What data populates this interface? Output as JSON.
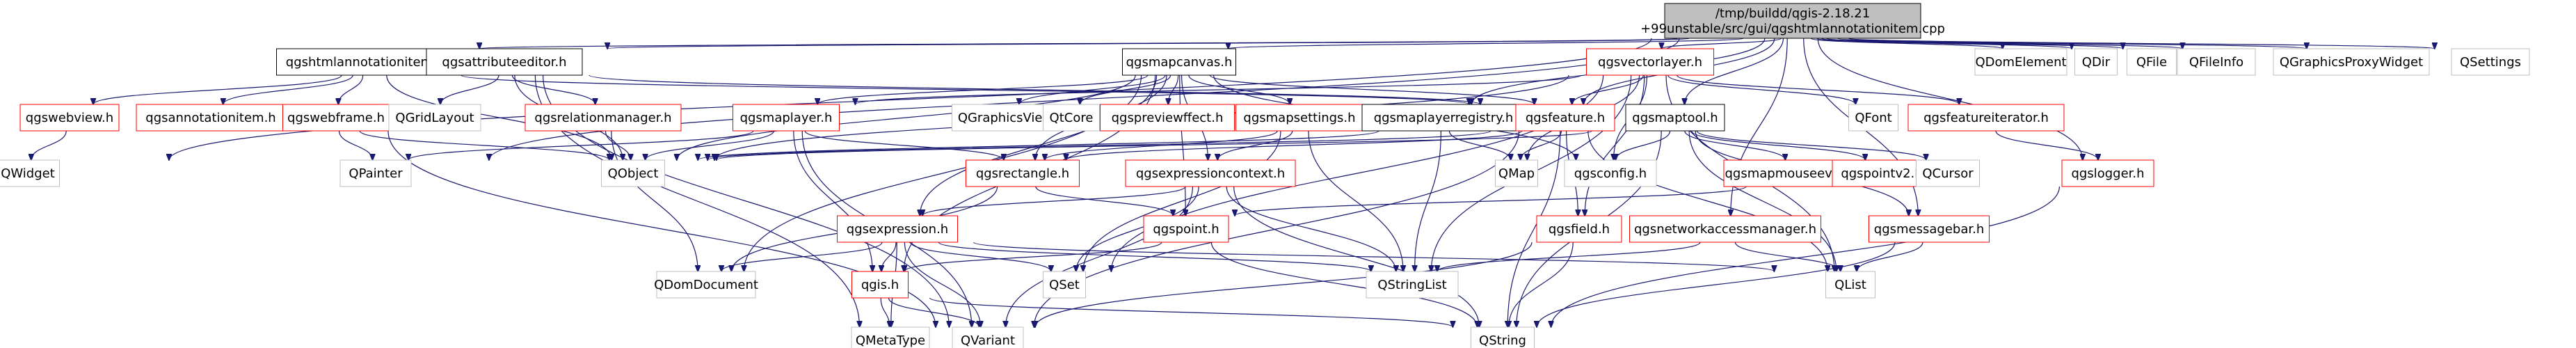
{
  "colors": {
    "root_fill": "#bfbfbf",
    "header_border": "#000000",
    "red_border": "#ff0000",
    "external_border": "#bfbfbf",
    "edge": "#191970",
    "text": "#000000"
  },
  "root": {
    "line1": "/tmp/buildd/qgis-2.18.21",
    "line2": "+99unstable/src/gui/qgshtmlannotationitem.cpp"
  },
  "nodes": [
    {
      "id": "qgshtmlannotationitem",
      "label": "qgshtmlannotationitem.h",
      "kind": "header"
    },
    {
      "id": "qgsattributeeditor",
      "label": "qgsattributeeditor.h",
      "kind": "header"
    },
    {
      "id": "qgsmapcanvas",
      "label": "qgsmapcanvas.h",
      "kind": "header"
    },
    {
      "id": "qgsvectorlayer",
      "label": "qgsvectorlayer.h",
      "kind": "red"
    },
    {
      "id": "qgsmaptool",
      "label": "qgsmaptool.h",
      "kind": "header"
    },
    {
      "id": "qgswebview",
      "label": "qgswebview.h",
      "kind": "red"
    },
    {
      "id": "qgsannotationitem",
      "label": "qgsannotationitem.h",
      "kind": "red"
    },
    {
      "id": "qgswebframe",
      "label": "qgswebframe.h",
      "kind": "red"
    },
    {
      "id": "qgsrelationmanager",
      "label": "qgsrelationmanager.h",
      "kind": "red"
    },
    {
      "id": "qgsmaplayer",
      "label": "qgsmaplayer.h",
      "kind": "red"
    },
    {
      "id": "qgsmapsettings",
      "label": "qgsmapsettings.h",
      "kind": "red"
    },
    {
      "id": "qgsmaplayerregistry",
      "label": "qgsmaplayerregistry.h",
      "kind": "header"
    },
    {
      "id": "qgsfeature",
      "label": "qgsfeature.h",
      "kind": "red"
    },
    {
      "id": "qgsfeatureiterator",
      "label": "qgsfeatureiterator.h",
      "kind": "red"
    },
    {
      "id": "qgsrectangle",
      "label": "qgsrectangle.h",
      "kind": "red"
    },
    {
      "id": "qgsexpressioncontext",
      "label": "qgsexpressioncontext.h",
      "kind": "red"
    },
    {
      "id": "qgsconfig",
      "label": "qgsconfig.h",
      "kind": "external"
    },
    {
      "id": "qgsmapmouseevent",
      "label": "qgsmapmouseevent.h",
      "kind": "red"
    },
    {
      "id": "qgspointv2",
      "label": "qgspointv2.h",
      "kind": "red"
    },
    {
      "id": "qgslogger",
      "label": "qgslogger.h",
      "kind": "red"
    },
    {
      "id": "qgsexpression",
      "label": "qgsexpression.h",
      "kind": "red"
    },
    {
      "id": "qgspoint",
      "label": "qgspoint.h",
      "kind": "red"
    },
    {
      "id": "qgsfield",
      "label": "qgsfield.h",
      "kind": "red"
    },
    {
      "id": "qgsnetworkaccessmanager",
      "label": "qgsnetworkaccessmanager.h",
      "kind": "red"
    },
    {
      "id": "qgsmessagebar",
      "label": "qgsmessagebar.h",
      "kind": "red"
    },
    {
      "id": "qgis",
      "label": "qgis.h",
      "kind": "red"
    },
    {
      "id": "QDomElement",
      "label": "QDomElement",
      "kind": "external"
    },
    {
      "id": "QDir",
      "label": "QDir",
      "kind": "external"
    },
    {
      "id": "QFile",
      "label": "QFile",
      "kind": "external"
    },
    {
      "id": "QFileInfo",
      "label": "QFileInfo",
      "kind": "external"
    },
    {
      "id": "QGraphicsProxyWidget",
      "label": "QGraphicsProxyWidget",
      "kind": "external"
    },
    {
      "id": "QSettings",
      "label": "QSettings",
      "kind": "external"
    },
    {
      "id": "QWidget",
      "label": "QWidget",
      "kind": "external"
    },
    {
      "id": "QGridLayout",
      "label": "QGridLayout",
      "kind": "external"
    },
    {
      "id": "QGraphicsView",
      "label": "QGraphicsView",
      "kind": "external"
    },
    {
      "id": "QtCore",
      "label": "QtCore",
      "kind": "external"
    },
    {
      "id": "qgspreviewffect",
      "label": "qgspreviewffect.h",
      "kind": "red"
    },
    {
      "id": "QFont",
      "label": "QFont",
      "kind": "external"
    },
    {
      "id": "QPainter",
      "label": "QPainter",
      "kind": "external"
    },
    {
      "id": "QObject",
      "label": "QObject",
      "kind": "external"
    },
    {
      "id": "QMap",
      "label": "QMap",
      "kind": "external"
    },
    {
      "id": "QCursor",
      "label": "QCursor",
      "kind": "external"
    },
    {
      "id": "QDomDocument",
      "label": "QDomDocument",
      "kind": "external"
    },
    {
      "id": "QSet",
      "label": "QSet",
      "kind": "external"
    },
    {
      "id": "QStringList",
      "label": "QStringList",
      "kind": "external"
    },
    {
      "id": "QList",
      "label": "QList",
      "kind": "external"
    },
    {
      "id": "QMetaType",
      "label": "QMetaType",
      "kind": "external"
    },
    {
      "id": "QVariant",
      "label": "QVariant",
      "kind": "external"
    },
    {
      "id": "QString",
      "label": "QString",
      "kind": "external"
    }
  ],
  "edges": [
    [
      "root",
      "qgshtmlannotationitem"
    ],
    [
      "root",
      "qgsattributeeditor"
    ],
    [
      "root",
      "qgsmapcanvas"
    ],
    [
      "root",
      "qgsvectorlayer"
    ],
    [
      "root",
      "qgsmaptool"
    ],
    [
      "root",
      "qgsfeature"
    ],
    [
      "root",
      "qgsmaplayerregistry"
    ],
    [
      "root",
      "qgsnetworkaccessmanager"
    ],
    [
      "root",
      "qgslogger"
    ],
    [
      "root",
      "qgsmessagebar"
    ],
    [
      "root",
      "QDomElement"
    ],
    [
      "root",
      "QDir"
    ],
    [
      "root",
      "QFile"
    ],
    [
      "root",
      "QFileInfo"
    ],
    [
      "root",
      "QGraphicsProxyWidget"
    ],
    [
      "root",
      "QSettings"
    ],
    [
      "root",
      "QWidget"
    ],
    [
      "root",
      "QPainter"
    ],
    [
      "qgshtmlannotationitem",
      "qgswebview"
    ],
    [
      "qgshtmlannotationitem",
      "qgsannotationitem"
    ],
    [
      "qgshtmlannotationitem",
      "qgswebframe"
    ],
    [
      "qgshtmlannotationitem",
      "qgsfeature"
    ],
    [
      "qgshtmlannotationitem",
      "QObject"
    ],
    [
      "qgswebview",
      "QWidget"
    ],
    [
      "qgswebframe",
      "QPainter"
    ],
    [
      "qgswebframe",
      "QObject"
    ],
    [
      "qgswebframe",
      "QVariant"
    ],
    [
      "qgsattributeeditor",
      "QGridLayout"
    ],
    [
      "qgsattributeeditor",
      "qgsrelationmanager"
    ],
    [
      "qgsattributeeditor",
      "QObject"
    ],
    [
      "qgsattributeeditor",
      "qgsfeature"
    ],
    [
      "qgsattributeeditor",
      "QVariant"
    ],
    [
      "qgsattributeeditor",
      "QMetaType"
    ],
    [
      "qgsrelationmanager",
      "QObject"
    ],
    [
      "qgsrelationmanager",
      "QDomDocument"
    ],
    [
      "qgsmapcanvas",
      "qgsmaplayer"
    ],
    [
      "qgsmapcanvas",
      "QGraphicsView"
    ],
    [
      "qgsmapcanvas",
      "QtCore"
    ],
    [
      "qgsmapcanvas",
      "qgspreviewffect"
    ],
    [
      "qgsmapcanvas",
      "qgsmapsettings"
    ],
    [
      "qgsmapcanvas",
      "qgsfeature"
    ],
    [
      "qgsmapcanvas",
      "qgsconfig"
    ],
    [
      "qgsmapcanvas",
      "qgsrectangle"
    ],
    [
      "qgsmapcanvas",
      "qgsexpressioncontext"
    ],
    [
      "qgsmapcanvas",
      "qgspoint"
    ],
    [
      "qgsmapcanvas",
      "QDomDocument"
    ],
    [
      "qgsmapcanvas",
      "qgis"
    ],
    [
      "qgsmapcanvas",
      "qgsexpression"
    ],
    [
      "qgsmapcanvas",
      "QObject"
    ],
    [
      "qgsmaplayer",
      "QObject"
    ],
    [
      "qgsmaplayer",
      "QPainter"
    ],
    [
      "qgsmaplayer",
      "qgsrectangle"
    ],
    [
      "qgsmaplayer",
      "qgis"
    ],
    [
      "qgsmaplayer",
      "QVariant"
    ],
    [
      "qgsmapsettings",
      "qgsrectangle"
    ],
    [
      "qgsmapsettings",
      "qgsexpressioncontext"
    ],
    [
      "qgsmapsettings",
      "QStringList"
    ],
    [
      "qgsmapsettings",
      "QSet"
    ],
    [
      "qgsmaplayerregistry",
      "QObject"
    ],
    [
      "qgsmaplayerregistry",
      "QMap"
    ],
    [
      "qgsmaplayerregistry",
      "QStringList"
    ],
    [
      "qgsvectorlayer",
      "qgsfeature"
    ],
    [
      "qgsvectorlayer",
      "QFont"
    ],
    [
      "qgsvectorlayer",
      "qgsfeatureiterator"
    ],
    [
      "qgsvectorlayer",
      "QMap"
    ],
    [
      "qgsvectorlayer",
      "QSet"
    ],
    [
      "qgsvectorlayer",
      "QList"
    ],
    [
      "qgsvectorlayer",
      "qgsfield"
    ],
    [
      "qgsvectorlayer",
      "QObject"
    ],
    [
      "qgsvectorlayer",
      "qgsconfig"
    ],
    [
      "qgsvectorlayer",
      "QStringList"
    ],
    [
      "qgsvectorlayer",
      "qgsmaplayer"
    ],
    [
      "qgsfeature",
      "QMap"
    ],
    [
      "qgsfeature",
      "QString"
    ],
    [
      "qgsfeature",
      "QVariant"
    ],
    [
      "qgsfeature",
      "QList"
    ],
    [
      "qgsfeature",
      "qgsfield"
    ],
    [
      "qgsfeature",
      "QObject"
    ],
    [
      "qgsfeature",
      "qgsrectangle"
    ],
    [
      "qgsfeatureiterator",
      "qgslogger"
    ],
    [
      "qgslogger",
      "QString"
    ],
    [
      "qgsmaptool",
      "QCursor"
    ],
    [
      "qgsmaptool",
      "qgspointv2"
    ],
    [
      "qgsmaptool",
      "qgsmapmouseevent"
    ],
    [
      "qgsmaptool",
      "qgsconfig"
    ],
    [
      "qgsmaptool",
      "QObject"
    ],
    [
      "qgsmaptool",
      "QList"
    ],
    [
      "qgsmaptool",
      "QString"
    ],
    [
      "qgsmaptool",
      "qgsmessagebar"
    ],
    [
      "qgsmapmouseevent",
      "qgspoint"
    ],
    [
      "qgsrectangle",
      "QDomDocument"
    ],
    [
      "qgsrectangle",
      "qgspoint"
    ],
    [
      "qgsexpressioncontext",
      "qgsexpression"
    ],
    [
      "qgsexpressioncontext",
      "QSet"
    ],
    [
      "qgsexpressioncontext",
      "QStringList"
    ],
    [
      "qgsexpressioncontext",
      "QString"
    ],
    [
      "qgsexpressioncontext",
      "QVariant"
    ],
    [
      "qgsexpression",
      "QDomDocument"
    ],
    [
      "qgsexpression",
      "qgis"
    ],
    [
      "qgsexpression",
      "QSet"
    ],
    [
      "qgsexpression",
      "QStringList"
    ],
    [
      "qgsexpression",
      "QList"
    ],
    [
      "qgsexpression",
      "QVariant"
    ],
    [
      "qgsexpression",
      "QMetaType"
    ],
    [
      "qgspoint",
      "qgis"
    ],
    [
      "qgspoint",
      "QString"
    ],
    [
      "qgsfield",
      "QString"
    ],
    [
      "qgsfield",
      "QVariant"
    ],
    [
      "qgsnetworkaccessmanager",
      "QStringList"
    ],
    [
      "qgsnetworkaccessmanager",
      "QList"
    ],
    [
      "qgsmessagebar",
      "QList"
    ],
    [
      "qgsmessagebar",
      "QString"
    ],
    [
      "qgis",
      "QMetaType"
    ],
    [
      "qgis",
      "QVariant"
    ],
    [
      "qgis",
      "QString"
    ]
  ]
}
